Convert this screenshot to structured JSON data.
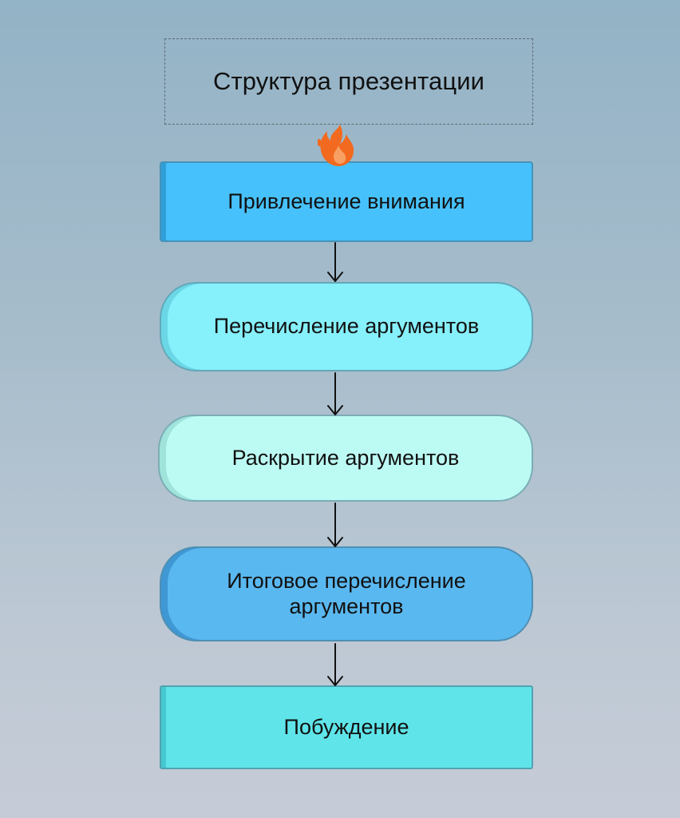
{
  "diagram": {
    "title": "Структура презентации",
    "steps": [
      {
        "label": "Привлечение внимания"
      },
      {
        "label": "Перечисление аргументов"
      },
      {
        "label": "Раскрытие аргументов"
      },
      {
        "label": "Итоговое перечисление аргументов"
      },
      {
        "label": "Побуждение"
      }
    ],
    "icon": "fire-icon",
    "colors": {
      "step1": "#47c1fb",
      "step2": "#86f0fb",
      "step3": "#bcfbf4",
      "step4": "#5ab8f0",
      "step5": "#5fe5e9",
      "fire": "#f26a1f"
    }
  }
}
